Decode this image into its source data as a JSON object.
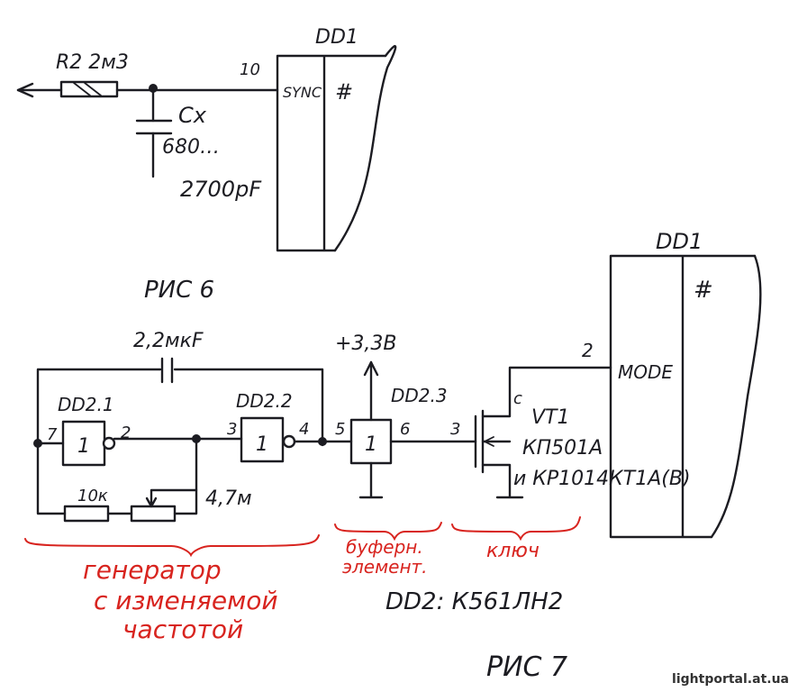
{
  "fig6": {
    "resistor_label": "R2 2м3",
    "pin_number": "10",
    "chip_label": "DD1",
    "sync_label": "SYNC",
    "trigger_symbol": "#",
    "cap_name": "Cx",
    "cap_range": "680…",
    "cap_value": "2700pF",
    "caption": "РИС 6"
  },
  "fig7": {
    "cap_label": "2,2мкF",
    "supply_label": "+3,3В",
    "gate1_label": "DD2.1",
    "gate2_label": "DD2.2",
    "gate3_label": "DD2.3",
    "gate_symbol": "1",
    "pins": {
      "p7": "7",
      "p2": "2",
      "p3": "3",
      "p4": "4",
      "p5": "5",
      "p6": "6",
      "p3b": "3",
      "pmode": "2"
    },
    "r1_label": "10к",
    "r2_label": "4,7м",
    "transistor_label": "VT1",
    "transistor_type1": "КП501А",
    "transistor_type2": "и КР1014КТ1А(В)",
    "drain_label": "с",
    "chip_label": "DD1",
    "mode_label": "MODE",
    "trigger_symbol": "#",
    "group_generator_line1": "генератор",
    "group_generator_line2": "с изменяемой",
    "group_generator_line3": "частотой",
    "group_buffer_line1": "буферн.",
    "group_buffer_line2": "элемент.",
    "group_key": "ключ",
    "chip_note": "DD2: К561ЛН2",
    "caption": "РИС 7"
  },
  "watermark": "lightportal.at.ua",
  "colors": {
    "ink": "#1c1c22",
    "annotation": "#d8241f"
  }
}
